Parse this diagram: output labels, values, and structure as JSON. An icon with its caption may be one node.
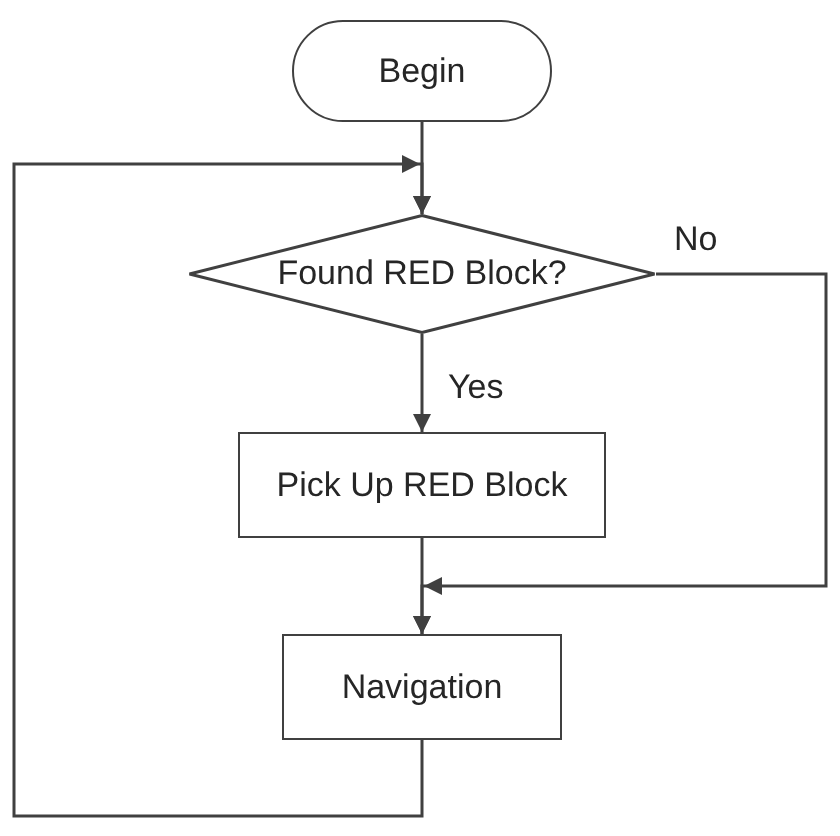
{
  "diagram": {
    "nodes": [
      {
        "text": [
          "Begin"
        ]
      },
      {
        "text": [
          "Found RED Block?"
        ]
      },
      {
        "text": [
          "Pick Up RED Block"
        ]
      },
      {
        "text": [
          "Navigation"
        ]
      }
    ],
    "edges": [
      {
        "from": 0,
        "to": 1,
        "arrow": "to"
      },
      {
        "from": 1,
        "to": 2,
        "arrow": "to",
        "label": "Yes"
      },
      {
        "from": 1,
        "to": 3,
        "arrow": "to",
        "label": "No"
      },
      {
        "from": 2,
        "to": 3,
        "arrow": "to"
      },
      {
        "from": 3,
        "to": 1,
        "arrow": "to"
      }
    ]
  }
}
